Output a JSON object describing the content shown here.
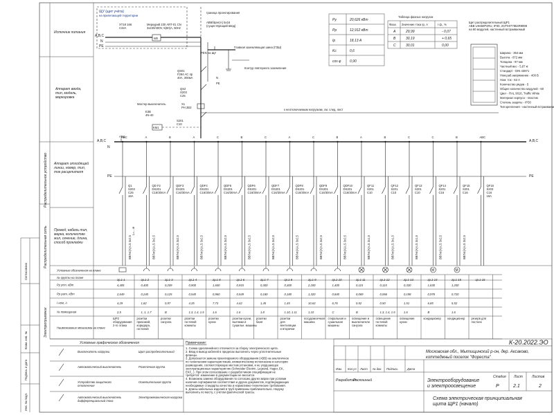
{
  "source_block": {
    "title": "ЩУ (щит учёта)",
    "subtitle": "на прилегающей территории",
    "breaker": "XT18 166\nC32A",
    "meter": "Меркурий 230 ART-01 CN\n3х230/400V, 5(60)А, 50Hz",
    "wh": "Wh",
    "border_note": "граница проектирования",
    "cable_note": "АВБбШнг(А) 5х16\n(существующий ввод)",
    "row_label": "Источник питания",
    "phase_labels": [
      "A,B,C",
      "N",
      "PE"
    ]
  },
  "fen_label": "PEN на ЩУ",
  "gzsh_label": "Главная заземляющая шина (ГЗШ)",
  "contour_label": "Контур повторного заземления",
  "input_row_label": "Аппарат ввода, тип, модель, маркировка",
  "input_devices": {
    "qs01": "QS01\nF294 AC 4p\n40A, 300мА",
    "qs2": "QS2\nS203\nC25",
    "x1": "X1\nPH 2B3",
    "master_label": "Мастер-выключатель",
    "e3": "E3B\n4N-40",
    "km1": "KM1",
    "s201": "S201\nC10",
    "unswitched": "к неотключаемым нагрузкам, см. след. лист"
  },
  "bus_labels": {
    "abc": "A,B,C",
    "abc_end": "A,B,C",
    "pe": "PE",
    "pe_end": "PE",
    "n": "N",
    "abc_top": "ABC"
  },
  "vertical_labels": {
    "dist": "Распределительное устройство",
    "net": "Распределительная сеть",
    "cons": "Электроприемник"
  },
  "outgoing_row_label": "Аппарат отходящей линии, номер, тип, ток расцепителя",
  "cable_row_label": "Провод, кабель тип, марка, количество жил, сечение, длина, способ прокладки",
  "params": {
    "headers": [
      "Рy",
      "Рр",
      "Iр",
      "Kc",
      "cos φ"
    ],
    "values": [
      "20,626 кВт",
      "12,912 кВт",
      "18,13 А",
      "0,6",
      "0,90"
    ]
  },
  "phase_load": {
    "title": "Таблица фазных нагрузок",
    "headers": [
      "Фаза",
      "Значение тока Iр, А",
      "I ф., %"
    ],
    "rows": [
      [
        "A",
        "29,99",
        "- 0,07"
      ],
      [
        "B",
        "30,19",
        "+ 0,65"
      ],
      [
        "C",
        "30,01",
        "0,00"
      ]
    ]
  },
  "cabinet": {
    "title": "Щит распределительный ЩР1\nABB UK650P4RU, IP30, 2CPX077854R9999\nна 60 модулей, настенный встраиваемый",
    "specs": [
      "Ширина - 364 мм",
      "Высота - 872 мм",
      "Толщина - 97 мм",
      "Частный вес - 5,87 кг",
      "Стандарт - DIN 43871",
      "Ном.раб.напряжение - 400 В",
      "Ном. ток - 63 А",
      "Количество рядов - 5",
      "Общее количество модулей - 60",
      "Цвет - RAL 9016, Traffic White",
      "Материал корпуса - пластик",
      "Степень защиты - IP30",
      "Тип крепления - настенный встраиваемый"
    ]
  },
  "groups": [
    {
      "dev": "Q1\nS203\nC25\n16A",
      "cable": "ВВГнг(А)-LS 3х2,5\nL=... м",
      "group": "гр.1-1",
      "p": "4,405",
      "pp": "2,649",
      "i": "4,29",
      "ph": "2,5",
      "name": "ШР2\nоборудования\n2-го этажа",
      "sym": "rect"
    },
    {
      "dev": "QD F2\nDS201\nC16/30mA",
      "cable": "ВВГнг(А)-LS 3х2,5",
      "group": "гр.1-2",
      "p": "0,400",
      "pp": "0,240",
      "i": "1,82",
      "ph": "1, 1, 1.7",
      "name": "розетки\nприхожей,\nкоридора,\nгостиной",
      "sym": "socket"
    },
    {
      "dev": "QDF3\nDS201\nC16/30mA",
      "cable": "ВВГнг(А)-LS 3х2,5",
      "group": "гр.1-3",
      "p": "0,209",
      "pp": "0,125",
      "i": "0,97",
      "ph": "B",
      "name": "розетки\nсанузла",
      "sym": "socket"
    },
    {
      "dev": "QDF4\nDS201\nC16/30mA",
      "cable": "ВВГнг(А)-LS 3х2,5",
      "group": "гр.1-4",
      "p": "0,900",
      "pp": "0,540",
      "i": "4,35",
      "ph": "1.3, 1.4, 1.5",
      "name": "розетки\nгостевой\nкомнаты",
      "sym": "socket"
    },
    {
      "dev": "QDF5\nDS201\nC16/30mA",
      "cable": "ВВГнг(А)-LS 3х2,5",
      "group": "гр.1-5",
      "p": "1,600",
      "pp": "0,960",
      "i": "7,73",
      "ph": "1.6",
      "name": "розетки\nкухни",
      "sym": "socket"
    },
    {
      "dev": "QDF6\nDS201\nC16/30mA",
      "cable": "ВВГнг(А)-LS 3х2,5",
      "group": "гр.1-6",
      "p": "0,915",
      "pp": "0,549",
      "i": "4,42",
      "ph": "1.6",
      "name": "розетки кухни,\nвытяжки и\nсушильн. машины",
      "sym": "socket"
    },
    {
      "dev": "QDF7\nDS201\nC16/30mA",
      "cable": "ВВГнг(А)-LS 3х2,5",
      "group": "гр.1-7",
      "p": "0,300",
      "pp": "0,180",
      "i": "1,45",
      "ph": "1.8",
      "name": "розетки\nбаня",
      "sym": "socket"
    },
    {
      "dev": "QDF8\nDS201\nC16/30mA",
      "cable": "ВВГнг(А)-LS 3х2,5",
      "group": "гр.1-8",
      "p": "0,300",
      "pp": "0,180",
      "i": "1,45",
      "ph": "1.10, 1.11",
      "name": "розетки\nдля\nвентиляции\nи вторички",
      "sym": "socket"
    },
    {
      "dev": "QDF9\nDS201\nC16/30mA",
      "cable": "ВВГнг(А)-LS 3х2,5",
      "group": "гр.1-9",
      "p": "2,200",
      "pp": "1,320",
      "i": "10,63",
      "ph": "1.10",
      "name": "посудомоечная\nмашина",
      "sym": "socket"
    },
    {
      "dev": "QDF10\nDS201\nC16/30mA",
      "cable": "ВВГнг(А)-LS 3х2,5",
      "group": "гр.1-10",
      "p": "1,400",
      "pp": "0,840",
      "i": "6,76",
      "ph": "C",
      "name": "стиральная и\nсушильная\nмашины",
      "sym": "socket"
    },
    {
      "dev": "QF11\nS201\nC10",
      "cable": "ВВГнг(А)-LS 3х1,5",
      "group": "гр.1-11",
      "p": "0,115",
      "pp": "0,069",
      "i": "0,52",
      "ph": "B",
      "name": "освещение и\nвыключатели\nсанузла",
      "sym": "lamp"
    },
    {
      "dev": "QF12\nS201\nC10",
      "cable": "ВВГнг(А)-LS 3х1,5",
      "group": "гр.1-12",
      "p": "0,115",
      "pp": "0,066",
      "i": "0,50",
      "ph": "1.3, 1.4, 1.5",
      "name": "освещение\nгостевой\nкомнаты",
      "sym": "lamp"
    },
    {
      "dev": "QF13\nS201\nC10",
      "cable": "ВВГнг(А)-LS 3х1,5",
      "group": "гр.1-13",
      "p": "0,330",
      "pp": "0,198",
      "i": "1,51",
      "ph": "1.6",
      "name": "освещение\nкухни",
      "sym": "lamp"
    },
    {
      "dev": "QF14\nS201\nC16",
      "cable": "ВВГнг(А)-LS 3х2,5",
      "group": "гр.1-14",
      "p": "1,630",
      "pp": "0,978",
      "i": "6,85",
      "ph": "B",
      "name": "кондиционер",
      "sym": "motor"
    },
    {
      "dev": "QF15\nS201\nC16",
      "cable": "ВВГнг(А)-LS 3х2,5",
      "group": "гр.1-15",
      "p": "1,200",
      "pp": "0,720",
      "i": "5,52",
      "ph": "1.6",
      "name": "кондиционер",
      "sym": "motor"
    },
    {
      "dev": "QF16\nS203\nC16\n16A",
      "cable": "",
      "group": "гр.1-16",
      "p": "",
      "pp": "",
      "i": "",
      "ph": "",
      "name": "резерв для\nпостоек",
      "sym": "none"
    }
  ],
  "phases_top": [
    "ABC",
    "A",
    "B",
    "A",
    "C",
    "B",
    "C",
    "A",
    "C",
    "B",
    "A",
    "B",
    "C",
    "C",
    "B",
    "ABC"
  ],
  "table_labels": [
    "Условные обозначения на плане",
    "№ группы на плане",
    "Рy уст. кВт",
    "Рр расч. кВт",
    "I ном, А",
    "№ помещения",
    "Наименование механизма на плане"
  ],
  "legend": {
    "title": "Условные графические обозначения",
    "items": [
      [
        "Выключатель нагрузки",
        "Щит распределительный"
      ],
      [
        "Автоматический выключатель",
        "Розеточная группа"
      ],
      [
        "Устройство защитного отключения",
        "Осветительная группа"
      ],
      [
        "Автоматический выключатель дифференциальный тока",
        "Электромеханическая нагрузка"
      ]
    ]
  },
  "notes": {
    "title": "Примечание:",
    "text": "1. Схема однолинейного отличается за сборку электрического щита.\n2. Ввод в вывод кабелей в пределах выполнить через уплотнительные фланцы.\n3. Допускается замена проектируемого оборудования (АВВ) на аналогичное по техническим характеристикам, климатическому исполнению и категории размещения, соответствующие местам установки, и не ухудшающее эксплуатационных характеристик (Schneider Electric, Legrand, Hager, EK, EKF...). При этом согласование с разработчиком спецификации не требуется: изменение в документации не вносится.\n4. Возможна замена оборудования по согласию других марок при условии наличия сертификатов соответствия и других документов, подтверждающих необходимые стандарты качества и нормативно-технические требования.\n5. Длины кабельных изделий в труб привязаны приблизительно. Наружу выполнить по месту, с учётом фактической трассы."
  },
  "stamp": {
    "code": "К-20.2022.ЭО",
    "address": "Московская обл., Мытищинский р-он, дер. Аксаково,\nкоттеджный поселок \"Фореста\"",
    "section": "Электрооборудование\nи электроосвещение",
    "sheet_title": "Схема электрическая принципиальная\nщита ЩР1 (начало)",
    "cols": [
      "Изм.",
      "Кол.уч",
      "Лист",
      "№ док.",
      "Подпись",
      "Дата"
    ],
    "developer": "Разработал",
    "dev_name": "Раскошный",
    "stage_h": "Стадия",
    "stage": "Р",
    "list_h": "Лист",
    "list": "2.1",
    "lists_h": "Листов",
    "lists": "2"
  },
  "left_strip": [
    "Согласовано",
    "Взам. инв. №",
    "Подпись и дата",
    "Инв. № подл."
  ]
}
